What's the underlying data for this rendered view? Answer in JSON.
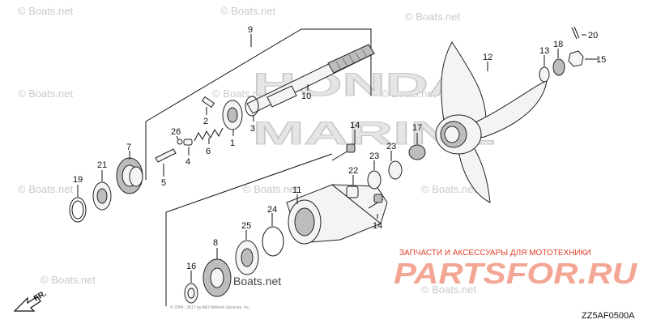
{
  "watermarks": [
    "© Boats.net",
    "© Boats.net",
    "© Boats.net",
    "© Boats.net",
    "© Boats.net",
    "© Boats.net",
    "© Boats.net",
    "© Boats.net",
    "© Boats.net",
    "© Boats.net",
    "© Boats.net"
  ],
  "boats_text": "Boats.net",
  "brand": {
    "line1": "HONDA",
    "line2": "MARINE"
  },
  "ru_caption": "ЗАПЧАСТИ И АКСЕССУАРЫ ДЛЯ МОТОТЕХНИКИ",
  "ru_logo": "PARTSFOR.RU",
  "direction_label": "FR.",
  "diagram_code": "ZZ5AF0500A",
  "copyright": "© 2004 - 2017 by ARI Network Services, Inc.",
  "callouts": {
    "c1": "1",
    "c2": "2",
    "c3": "3",
    "c4": "4",
    "c5": "5",
    "c6": "6",
    "c7": "7",
    "c8": "8",
    "c9": "9",
    "c10": "10",
    "c11": "11",
    "c12": "12",
    "c13": "13",
    "c14a": "14",
    "c14b": "14",
    "c15": "15",
    "c16": "16",
    "c17": "17",
    "c18": "18",
    "c19": "19",
    "c20": "20",
    "c21": "21",
    "c22": "22",
    "c23a": "23",
    "c23b": "23",
    "c24": "24",
    "c25": "25",
    "c26": "26"
  }
}
